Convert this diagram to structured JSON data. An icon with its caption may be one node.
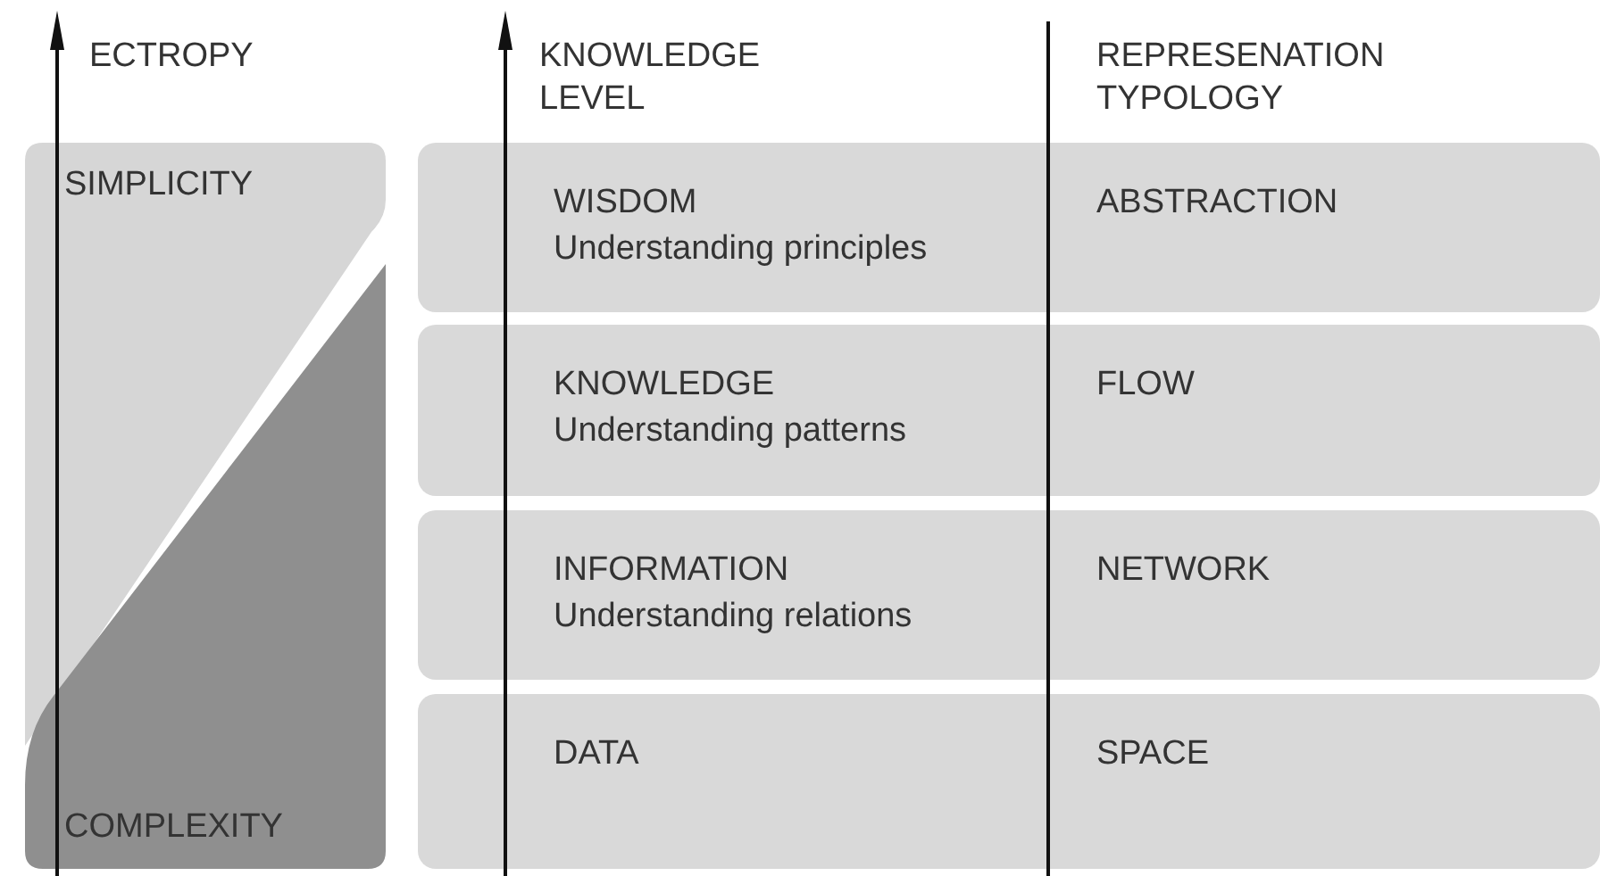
{
  "diagram": {
    "nodes": [
      {
        "text": [
          "SIMPLICITY"
        ]
      },
      {
        "text": [
          "COMPLEXITY"
        ]
      },
      {
        "text": [
          "WISDOM",
          "Understanding principles",
          "ABSTRACTION"
        ]
      },
      {
        "text": [
          "KNOWLEDGE",
          "Understanding patterns",
          "FLOW"
        ]
      },
      {
        "text": [
          "INFORMATION",
          "Understanding relations",
          "NETWORK"
        ]
      },
      {
        "text": [
          "DATA",
          "SPACE"
        ]
      }
    ],
    "labels": [
      "ECTROPY",
      "KNOWLEDGE LEVEL",
      "REPRESENATION TYPOLOGY"
    ]
  }
}
